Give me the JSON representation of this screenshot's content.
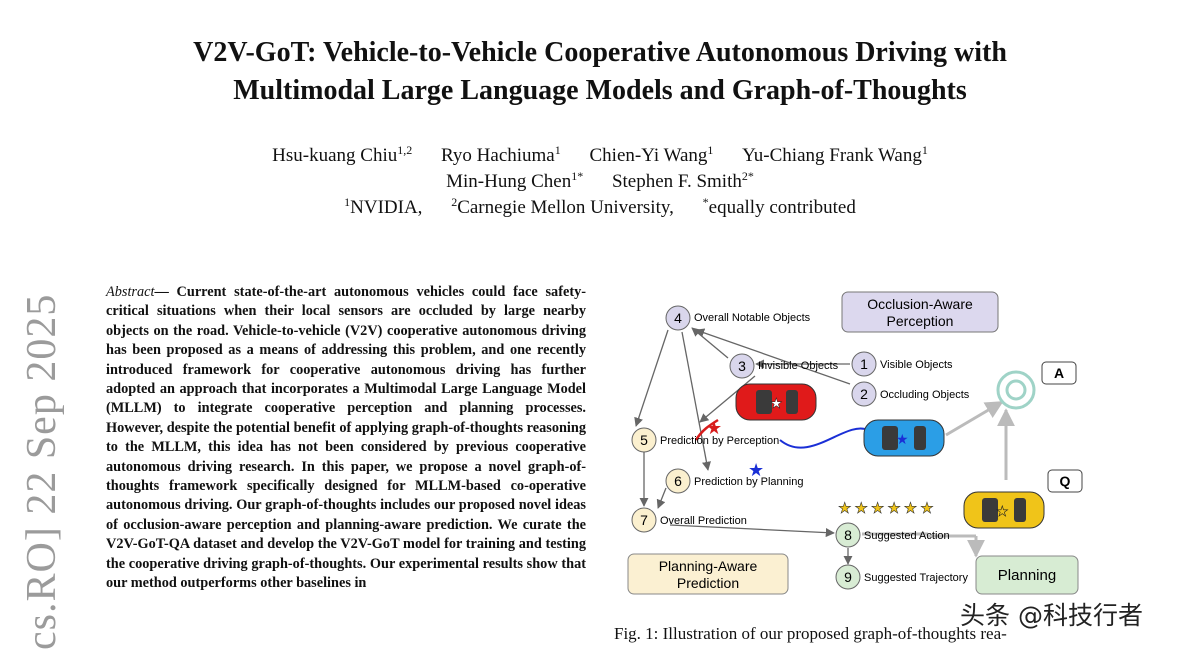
{
  "paper": {
    "title_line1": "V2V-GoT: Vehicle-to-Vehicle Cooperative Autonomous Driving with",
    "title_line2": "Multimodal Large Language Models and Graph-of-Thoughts",
    "authors": [
      {
        "name": "Hsu-kuang Chiu",
        "sup": "1,2"
      },
      {
        "name": "Ryo Hachiuma",
        "sup": "1"
      },
      {
        "name": "Chien-Yi Wang",
        "sup": "1"
      },
      {
        "name": "Yu-Chiang Frank Wang",
        "sup": "1"
      },
      {
        "name": "Min-Hung Chen",
        "sup": "1*"
      },
      {
        "name": "Stephen F. Smith",
        "sup": "2*"
      }
    ],
    "affiliations": [
      {
        "sup": "1",
        "text": "NVIDIA,"
      },
      {
        "sup": "2",
        "text": "Carnegie Mellon University,"
      },
      {
        "sup": "*",
        "text": "equally contributed"
      }
    ],
    "arxiv_stamp": "cs.RO]  22 Sep 2025",
    "abstract_lead": "Abstract",
    "abstract_text": "— Current state-of-the-art autonomous vehicles could face safety-critical situations when their local sensors are occluded by large nearby objects on the road. Vehicle-to-vehicle (V2V) cooperative autonomous driving has been proposed as a means of addressing this problem, and one recently introduced framework for cooperative autonomous driving has further adopted an approach that incorporates a Multimodal Large Language Model (MLLM) to integrate cooperative perception and planning processes. However, despite the potential benefit of applying graph-of-thoughts reasoning to the MLLM, this idea has not been considered by previous cooperative autonomous driving research. In this paper, we propose a novel graph-of-thoughts framework specifically designed for MLLM-based co-operative autonomous driving. Our graph-of-thoughts includes our proposed novel ideas of occlusion-aware perception and planning-aware prediction. We curate the V2V-GoT-QA dataset and develop the V2V-GoT model for training and testing the cooperative driving graph-of-thoughts. Our experimental results show that our method outperforms other baselines in",
    "caption": "Fig. 1: Illustration of our proposed graph-of-thoughts rea-"
  },
  "figure": {
    "nodes": [
      {
        "num": "1",
        "label": "Visible Objects"
      },
      {
        "num": "2",
        "label": "Occluding Objects"
      },
      {
        "num": "3",
        "label": "Invisible Objects"
      },
      {
        "num": "4",
        "label": "Overall Notable Objects"
      },
      {
        "num": "5",
        "label": "Prediction by Perception"
      },
      {
        "num": "6",
        "label": "Prediction by Planning"
      },
      {
        "num": "7",
        "label": "Overall Prediction"
      },
      {
        "num": "8",
        "label": "Suggested Action"
      },
      {
        "num": "9",
        "label": "Suggested Trajectory"
      }
    ],
    "box_occlusion_line1": "Occlusion-Aware",
    "box_occlusion_line2": "Perception",
    "box_planning_pred_line1": "Planning-Aware",
    "box_planning_pred_line2": "Prediction",
    "box_planning": "Planning",
    "answer_tag": "A",
    "question_tag": "Q",
    "colors": {
      "perception_node": "#d9d6ec",
      "prediction_node": "#fbf0cf",
      "planning_node": "#d8ecd4",
      "occlusion_box": "#dcd8ee",
      "prediction_box": "#fbf0d2",
      "planning_box": "#d7ecd3",
      "red_car": "#e01a1a",
      "blue_car": "#2b9ee6",
      "yellow_car": "#f0c419",
      "blue_trajectory": "#1a2fd6",
      "red_trajectory": "#d71c1c"
    }
  },
  "watermark": "头条 @科技行者"
}
